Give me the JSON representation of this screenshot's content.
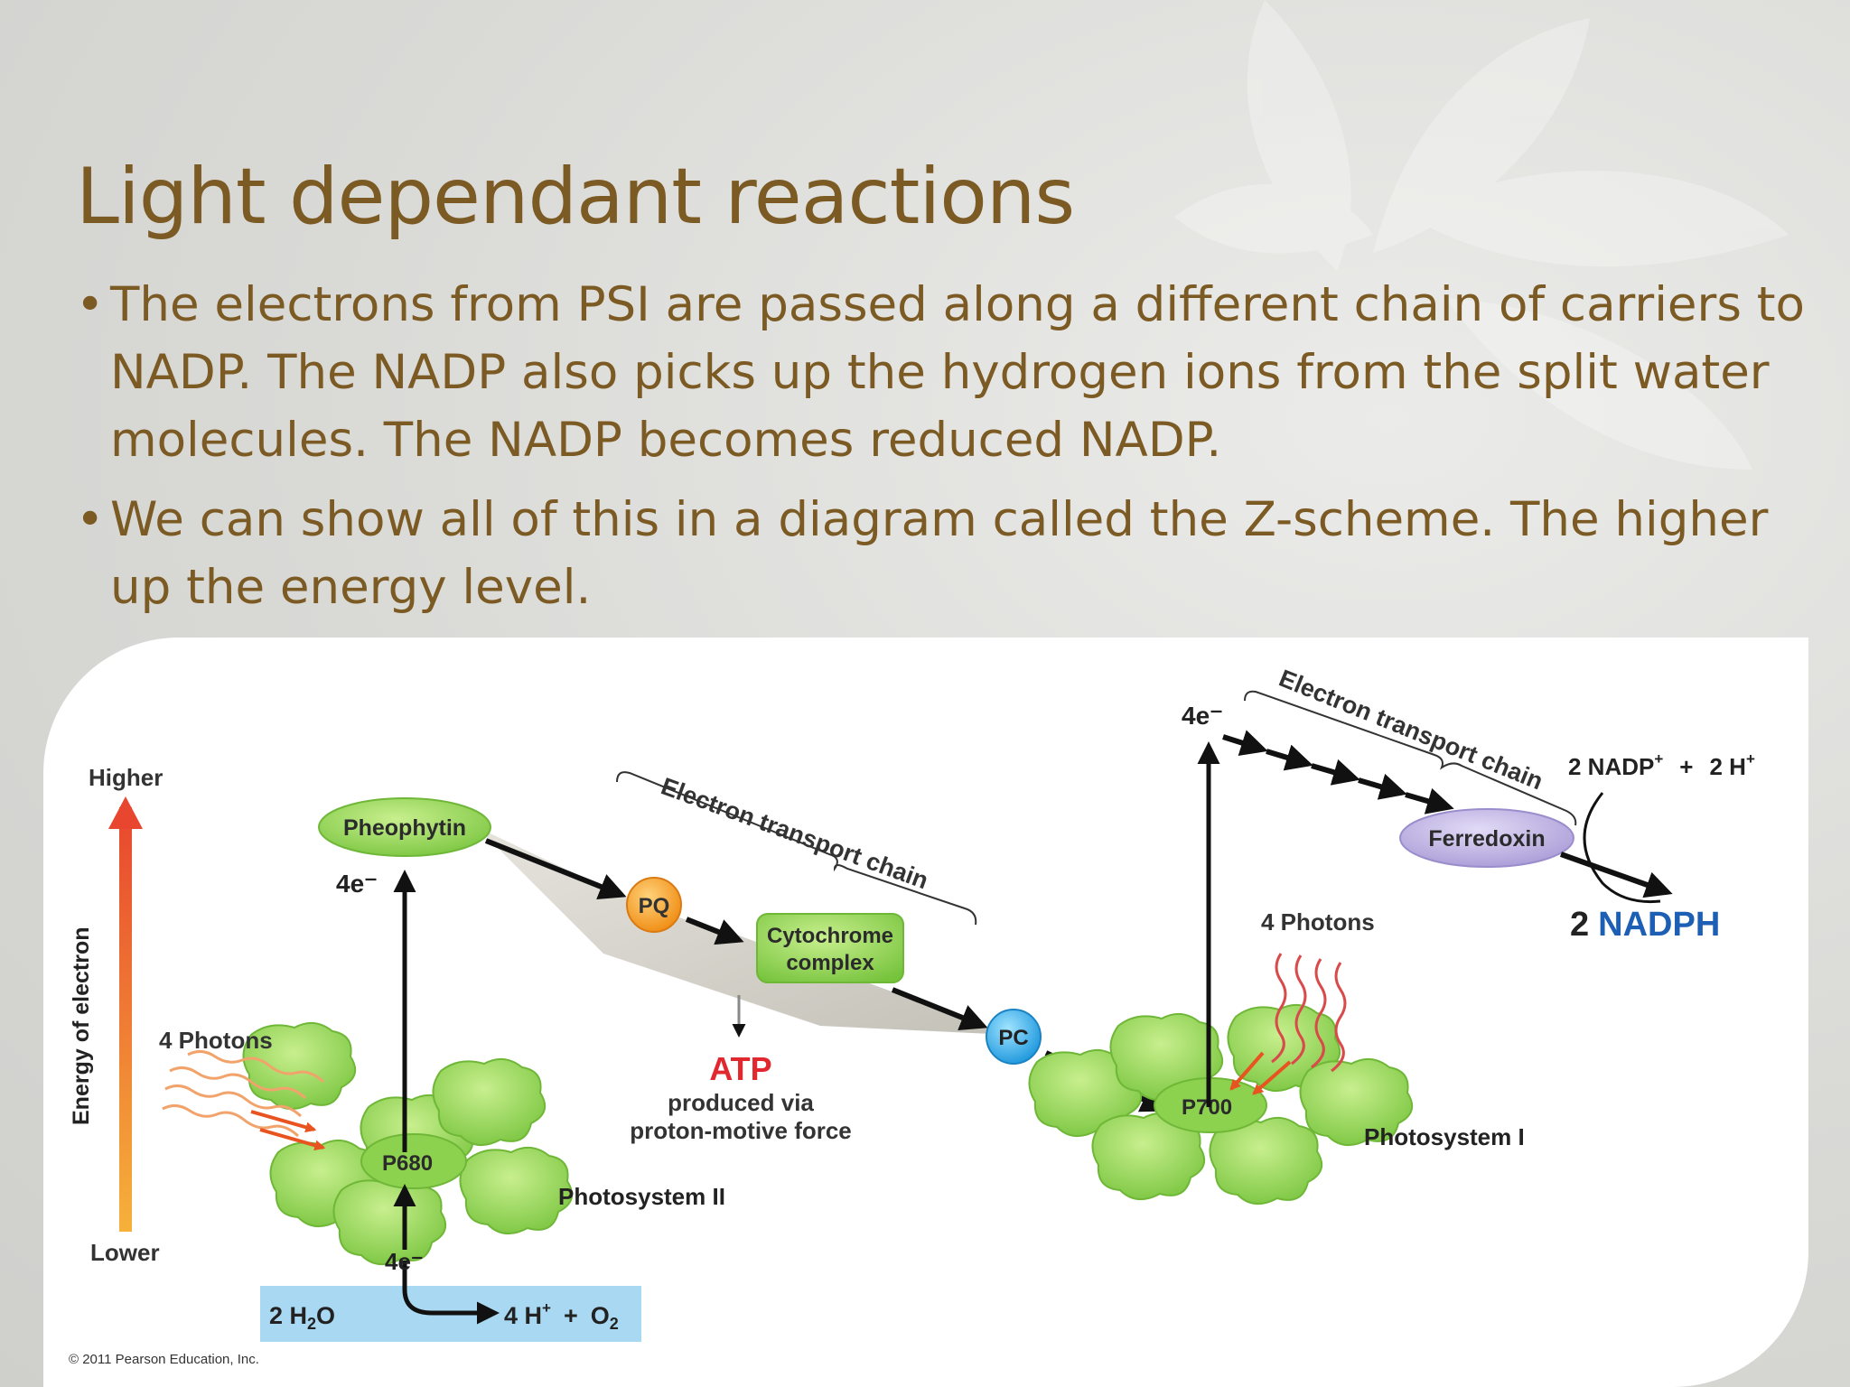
{
  "slide": {
    "title": "Light dependant reactions",
    "bullets": [
      "The electrons from PSI are passed along a different chain of carriers to NADP. The NADP also picks up the hydrogen ions from the split water molecules. The NADP becomes reduced NADP.",
      "We can show all of this in a diagram called the Z-scheme. The higher up the energy level."
    ]
  },
  "diagram": {
    "axis": {
      "higher": "Higher",
      "lower": "Lower",
      "label": "Energy of electron"
    },
    "ps2": {
      "photons": "4 Photons",
      "center": "P680",
      "name": "Photosystem II",
      "pheophytin": "Pheophytin",
      "e_up": "4e⁻",
      "e_in": "4e⁻"
    },
    "water": {
      "left": "2 H",
      "sub1": "2",
      "left_tail": "O",
      "right_h": "4 H",
      "sup": "+",
      "plus": "+",
      "o": "O",
      "sub2": "2"
    },
    "etc1": {
      "label": "Electron transport chain",
      "pq": "PQ",
      "cyt1": "Cytochrome",
      "cyt2": "complex",
      "pc": "PC"
    },
    "atp": {
      "label": "ATP",
      "line1": "produced via",
      "line2": "proton-motive force"
    },
    "ps1": {
      "photons": "4 Photons",
      "center": "P700",
      "name": "Photosystem I",
      "e_up": "4e⁻"
    },
    "etc2": {
      "label": "Electron transport chain",
      "ferredoxin": "Ferredoxin"
    },
    "nadp": {
      "left": "2 NADP",
      "sup": "+",
      "plus": "+",
      "h": "2 H",
      "hsup": "+",
      "product_num": "2",
      "product": "NADPH"
    },
    "copyright": "© 2011 Pearson Education, Inc.",
    "colors": {
      "brown": "#7c5a24",
      "green": "#8fd04f",
      "orange": "#f39a1e",
      "blue": "#2a9fe0",
      "purple": "#b3a6da",
      "atp_red": "#e0282e",
      "nadph_blue": "#1d5fb4"
    }
  }
}
